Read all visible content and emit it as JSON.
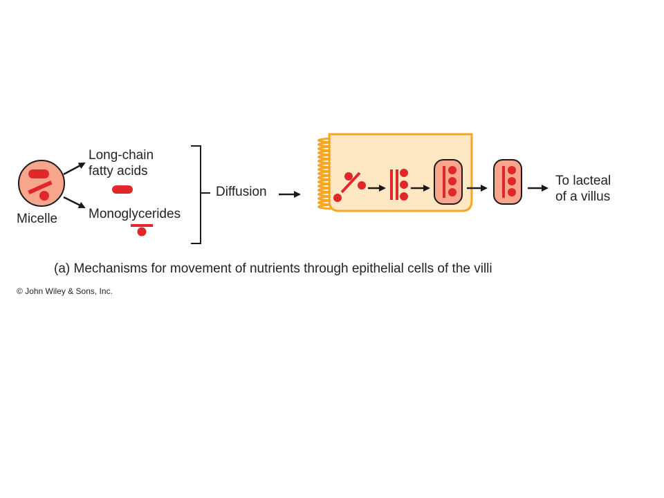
{
  "labels": {
    "micelle": "Micelle",
    "long_chain_line1": "Long-chain",
    "long_chain_line2": "fatty acids",
    "monoglycerides": "Monoglycerides",
    "diffusion": "Diffusion",
    "to_lacteal_line1": "To lacteal",
    "to_lacteal_line2": "of a villus"
  },
  "caption": "(a) Mechanisms for movement of nutrients through epithelial cells of the villi",
  "copyright": "© John Wiley & Sons, Inc.",
  "colors": {
    "red": "#e0282a",
    "pink": "#f7a58c",
    "cell_fill": "#fde8c3",
    "cell_border": "#f5a623",
    "ink": "#1a1a1a"
  }
}
